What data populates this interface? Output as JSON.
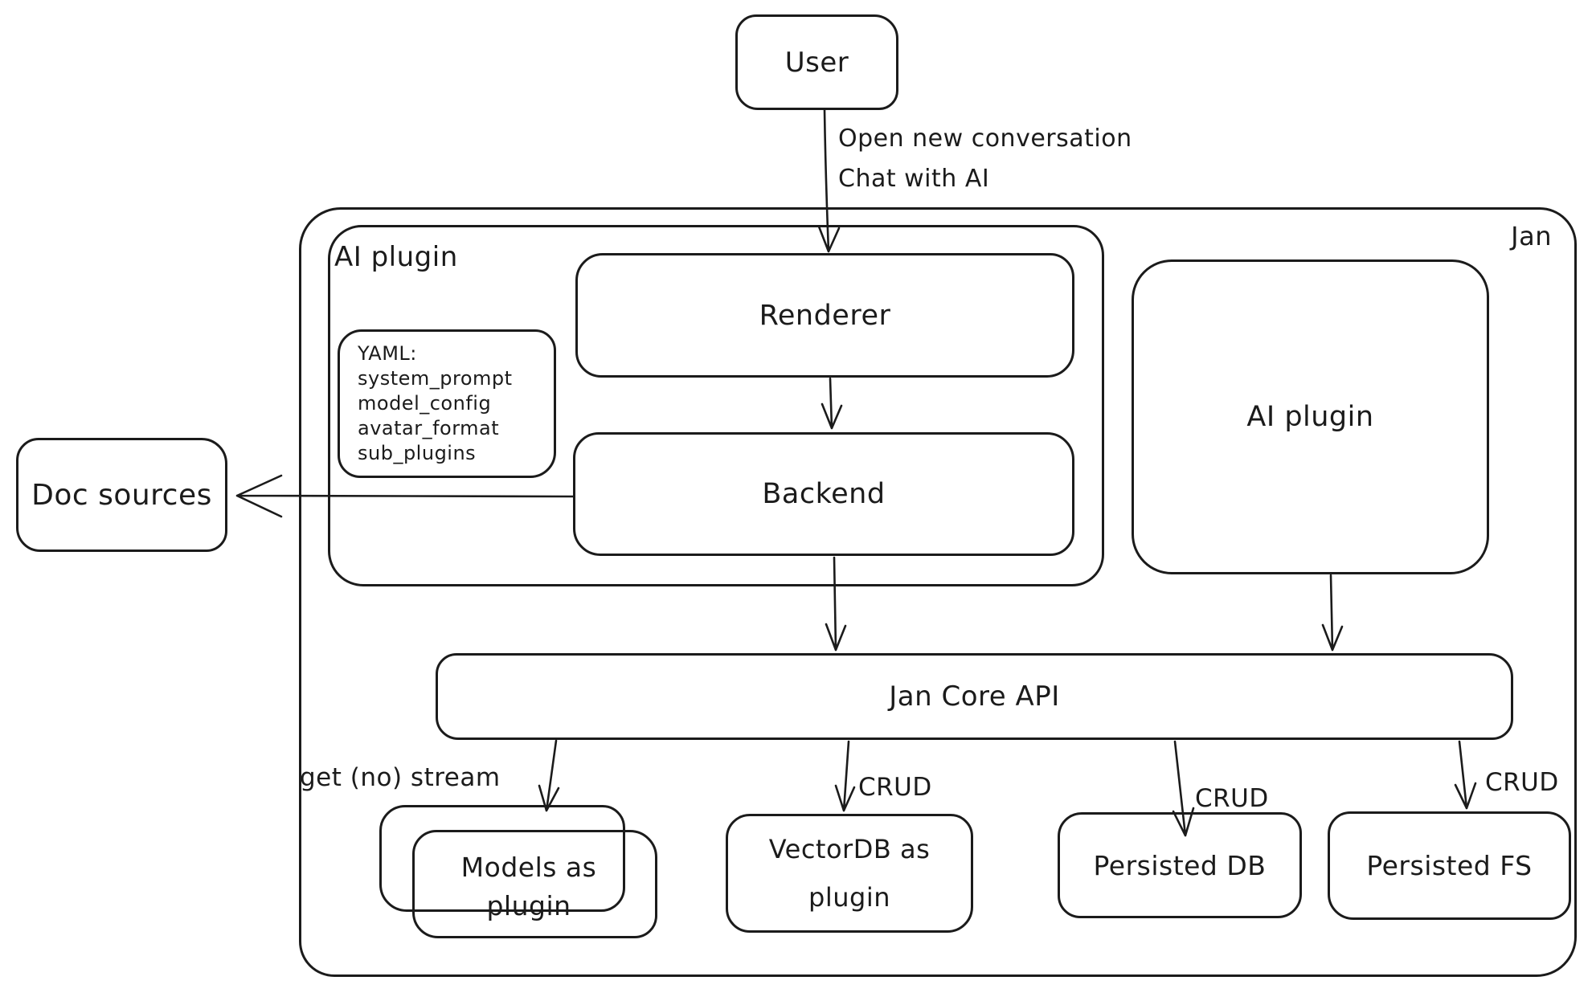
{
  "diagram": {
    "kind": "hand-drawn architecture sketch",
    "container_label": "Jan",
    "colors": {
      "stroke": "#1b1b1b",
      "background": "#ffffff"
    }
  },
  "nodes": {
    "user": "User",
    "ai_plugin_left": "AI plugin",
    "renderer": "Renderer",
    "backend": "Backend",
    "ai_plugin_right": "AI plugin",
    "doc_sources": "Doc sources",
    "jan_core_api": "Jan Core API",
    "models_line1": "Models as",
    "models_line2": "plugin",
    "vectordb_line1": "VectorDB as",
    "vectordb_line2": "plugin",
    "persisted_db": "Persisted DB",
    "persisted_fs": "Persisted FS"
  },
  "yaml_note": {
    "lines": [
      "YAML:",
      "system_prompt",
      "model_config",
      "avatar_format",
      "sub_plugins"
    ]
  },
  "edge_labels": {
    "user_line1": "Open new conversation",
    "user_line2": "Chat with AI",
    "models_edge": "get (no) stream",
    "crud_vectordb": "CRUD",
    "crud_db": "CRUD",
    "crud_fs": "CRUD"
  }
}
